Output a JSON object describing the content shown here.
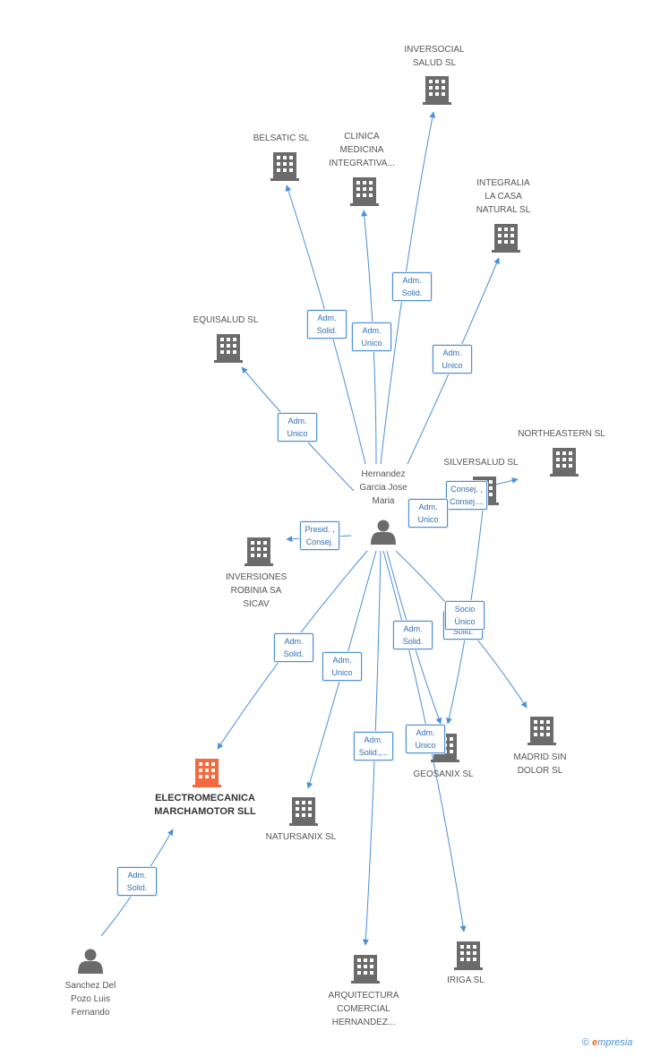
{
  "colors": {
    "edge": "#4a90d9",
    "node": "#6b6b6b",
    "main_node": "#f26a3d"
  },
  "nodes": [
    {
      "id": "person1",
      "type": "person",
      "label": "Hernandez\nGarcia Jose\nMaria"
    },
    {
      "id": "person2",
      "type": "person",
      "label": "Sanchez Del\nPozo Luis\nFernando"
    },
    {
      "id": "main",
      "type": "company",
      "main": true,
      "label": "ELECTROMECANICA\nMARCHAMOTOR SLL"
    },
    {
      "id": "inversocial",
      "type": "company",
      "label": "INVERSOCIAL\nSALUD SL"
    },
    {
      "id": "belsatic",
      "type": "company",
      "label": "BELSATIC SL"
    },
    {
      "id": "clinica",
      "type": "company",
      "label": "CLINICA\nMEDICINA\nINTEGRATIVA..."
    },
    {
      "id": "integralia",
      "type": "company",
      "label": "INTEGRALIA\nLA CASA\nNATURAL SL"
    },
    {
      "id": "equisalud",
      "type": "company",
      "label": "EQUISALUD SL"
    },
    {
      "id": "northeastern",
      "type": "company",
      "label": "NORTHEASTERN SL"
    },
    {
      "id": "silversalud",
      "type": "company",
      "label": "SILVERSALUD SL"
    },
    {
      "id": "inversiones",
      "type": "company",
      "label": "INVERSIONES\nROBINIA SA\nSICAV"
    },
    {
      "id": "madrid",
      "type": "company",
      "label": "MADRID SIN\nDOLOR SL"
    },
    {
      "id": "geosanix",
      "type": "company",
      "label": "GEOSANIX SL"
    },
    {
      "id": "natursanix",
      "type": "company",
      "label": "NATURSANIX SL"
    },
    {
      "id": "arquitectura",
      "type": "company",
      "label": "ARQUITECTURA\nCOMERCIAL\nHERNANDEZ..."
    },
    {
      "id": "iriga",
      "type": "company",
      "label": "IRIGA SL"
    }
  ],
  "edges": [
    {
      "from": "person1",
      "to": "inversocial",
      "label": "Adm.\nSolid."
    },
    {
      "from": "person1",
      "to": "belsatic",
      "label": "Adm.\nSolid."
    },
    {
      "from": "person1",
      "to": "clinica",
      "label": "Adm.\nUnico"
    },
    {
      "from": "person1",
      "to": "integralia",
      "label": "Adm.\nUnico"
    },
    {
      "from": "person1",
      "to": "equisalud",
      "label": "Adm.\nUnico"
    },
    {
      "from": "person1",
      "to": "northeastern",
      "label": "Consej. ,\nConsej...."
    },
    {
      "from": "person1",
      "to": "silversalud",
      "label": "Adm.\nUnico"
    },
    {
      "from": "person1",
      "to": "inversiones",
      "label": "Presid. ,\nConsej."
    },
    {
      "from": "person1",
      "to": "main",
      "label": "Adm.\nSolid."
    },
    {
      "from": "person1",
      "to": "natursanix",
      "label": "Adm.\nUnico"
    },
    {
      "from": "person1",
      "to": "arquitectura",
      "label": "Adm.\nSolid.,..."
    },
    {
      "from": "person1",
      "to": "geosanix",
      "label": "Adm.\nSolid."
    },
    {
      "from": "person1",
      "to": "madrid",
      "label": "Adm.\nSolid."
    },
    {
      "from": "silversalud",
      "to": "geosanix",
      "label": "Socio\nÚnico"
    },
    {
      "from": "person1",
      "to": "iriga",
      "label": "Adm.\nUnico"
    },
    {
      "from": "person2",
      "to": "main",
      "label": "Adm.\nSolid."
    }
  ],
  "footer": {
    "copyright": "©",
    "brand_e": "e",
    "brand_rest": "mpresia"
  }
}
